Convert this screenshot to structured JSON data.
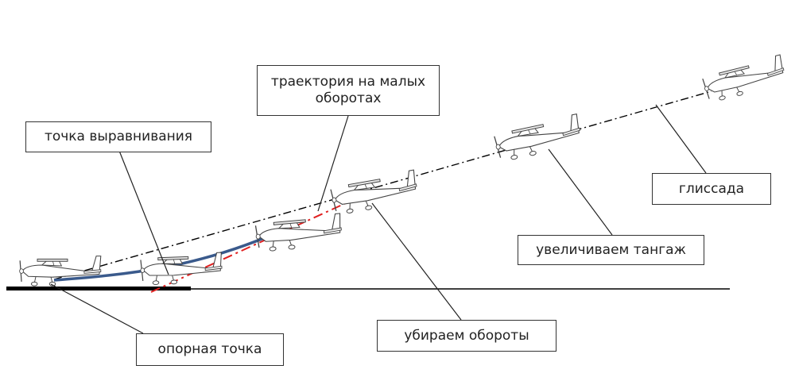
{
  "labels": {
    "low_rpm_trajectory": "траектория  на малых оборотах",
    "flare_point": "точка выравнивания",
    "glide_slope": "глиссада",
    "increase_pitch": "увеличиваем тангаж",
    "reduce_rpm": "убираем обороты",
    "aiming_point": "опорная точка"
  },
  "colors": {
    "glide_line": "#000000",
    "low_rpm_line": "#e02020",
    "flare_curve": "#3a5a8c",
    "leader_line": "#222222",
    "ground": "#000000"
  },
  "icons": [
    "airplane-icon"
  ]
}
